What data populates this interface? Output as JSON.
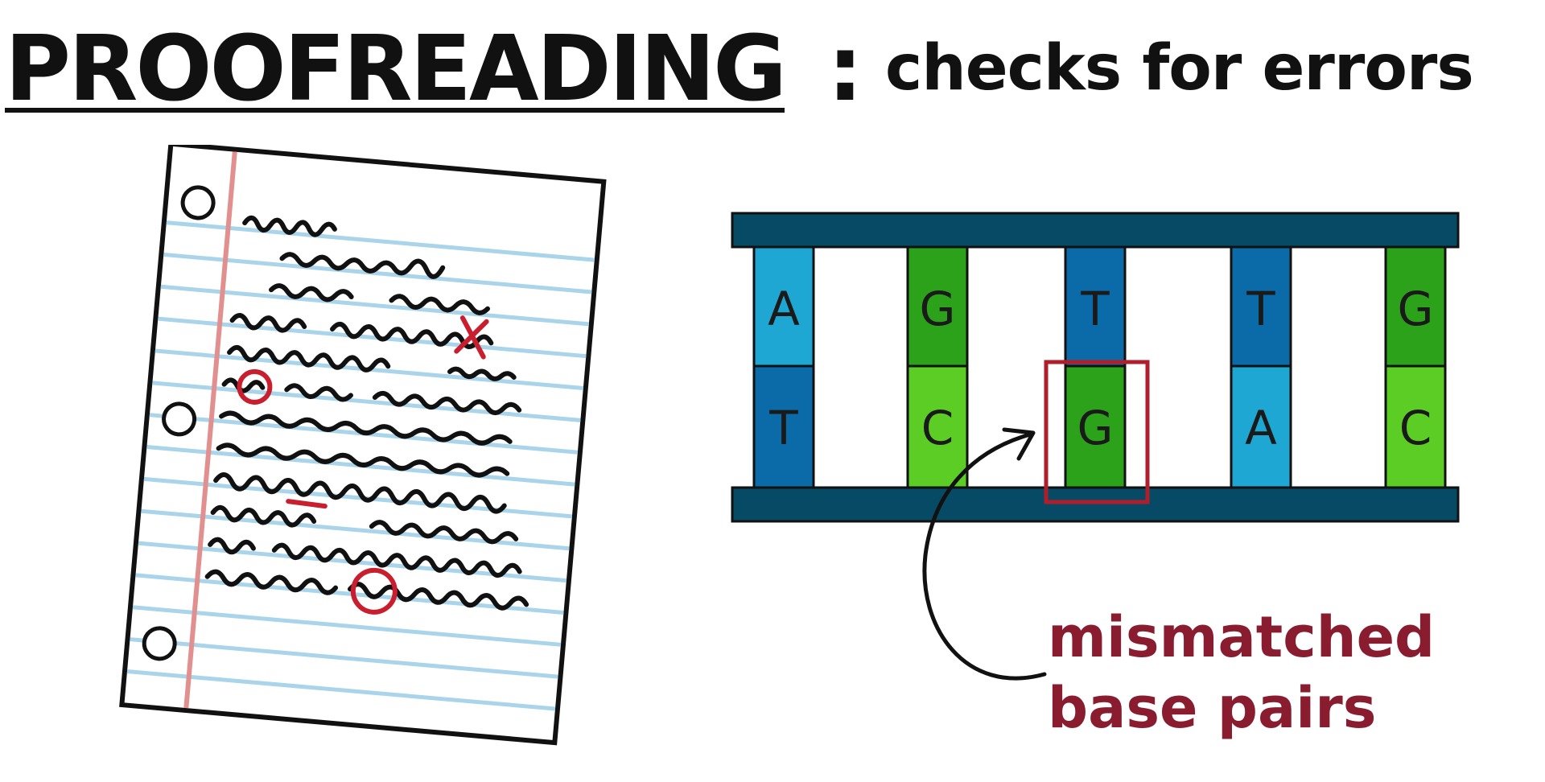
{
  "title": {
    "main": "PROOFREADING",
    "colon": ":",
    "subtitle": "checks for errors"
  },
  "dna": {
    "top_bases": [
      "A",
      "G",
      "T",
      "T",
      "G"
    ],
    "bottom_bases": [
      "T",
      "C",
      "G",
      "A",
      "C"
    ],
    "top_colors": [
      "#1ea7d3",
      "#2ca21a",
      "#0b6aa8",
      "#0b6aa8",
      "#2ca21a"
    ],
    "bottom_colors": [
      "#0b6aa8",
      "#5ccd24",
      "#2ca21a",
      "#1ea7d3",
      "#5ccd24"
    ],
    "backbone_color": "#064a66",
    "highlight_color": "#b01e2c",
    "mismatch_index": 2
  },
  "caption": {
    "line1": "mismatched",
    "line2": "base pairs",
    "color": "#8a1c30"
  },
  "colors": {
    "ink": "#111111",
    "margin_line": "#e2908f",
    "rule_line": "#a9d4ea",
    "correction_red": "#c81e2d"
  }
}
